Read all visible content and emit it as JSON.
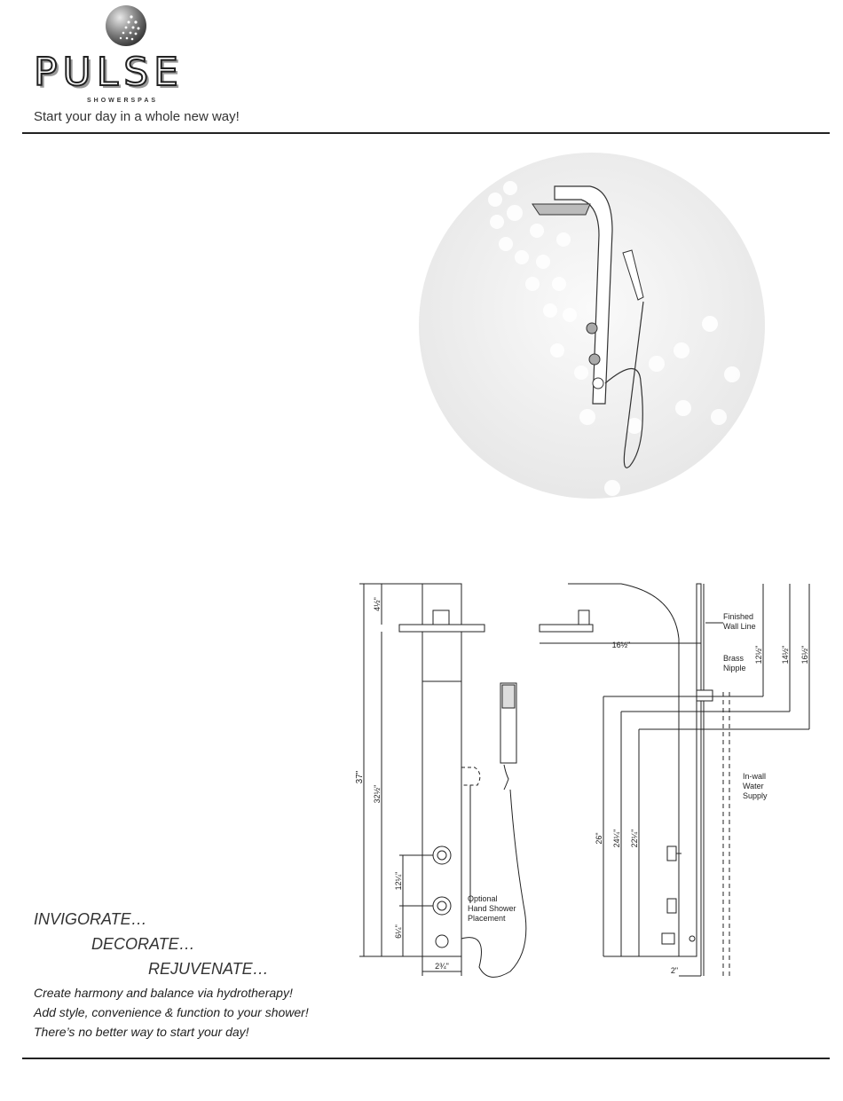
{
  "brand": {
    "name": "PULSE",
    "sub": "SHOWERSPAS",
    "tagline": "Start your day in a whole new way!"
  },
  "slogan": {
    "line1": "INVIGORATE…",
    "line2": "DECORATE…",
    "line3": "REJUVENATE…"
  },
  "copy": [
    "Create harmony and balance via hydrotherapy!",
    "Add style, convenience & function to your shower!",
    "There’s no better way to start your day!"
  ],
  "front_dims": {
    "total_height": "37\"",
    "top_offset": "4½\"",
    "body_height": "32½\"",
    "jet_spacing": "12¼\"",
    "lower_offset": "6¼\"",
    "width": "2¾\""
  },
  "side_dims": {
    "head_reach": "16½\"",
    "h1": "26\"",
    "h2": "24¼\"",
    "h3": "22¼\"",
    "r1": "12½\"",
    "r2": "14½\"",
    "r3": "16½\"",
    "depth": "2\""
  },
  "callouts": {
    "finished_wall_1": "Finished",
    "finished_wall_2": "Wall Line",
    "brass_1": "Brass",
    "brass_2": "Nipple",
    "inwall_1": "In-wall",
    "inwall_2": "Water",
    "inwall_3": "Supply",
    "optional_1": "Optional",
    "optional_2": "Hand Shower",
    "optional_3": "Placement"
  },
  "colors": {
    "ink": "#222222",
    "bubble_bg": "#eeeeee"
  }
}
